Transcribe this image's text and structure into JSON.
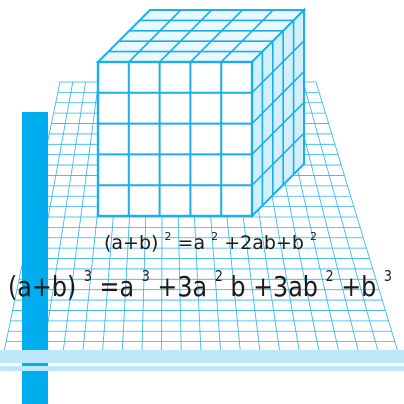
{
  "colors": {
    "grid_line": "#2FB5EB",
    "cube_front": "#FFFFFF",
    "cube_side": "#D3EFFB",
    "cube_top": "#EAF8FE",
    "cube_edge": "#1AAEEA",
    "bar": "#00AEEF",
    "stripe_light": "#BDE8FA",
    "text": "#1a1a1a"
  },
  "cube": {
    "divisions": 5
  },
  "formula_square": {
    "lhs_open": "(a+b)",
    "lhs_exp": "2",
    "eq_a": "=a",
    "a_exp": "2",
    "middle": "+2ab+b",
    "b_exp": "2"
  },
  "formula_cube": {
    "lhs_open": "(a+b)",
    "lhs_exp": "3",
    "eq_a": "=a",
    "a_exp": "3",
    "term2_a": "+3a",
    "term2_exp": "2",
    "term2_b": "b",
    "term3": "+3ab",
    "term3_exp": "2",
    "term4": "+b",
    "b_exp": "3"
  }
}
